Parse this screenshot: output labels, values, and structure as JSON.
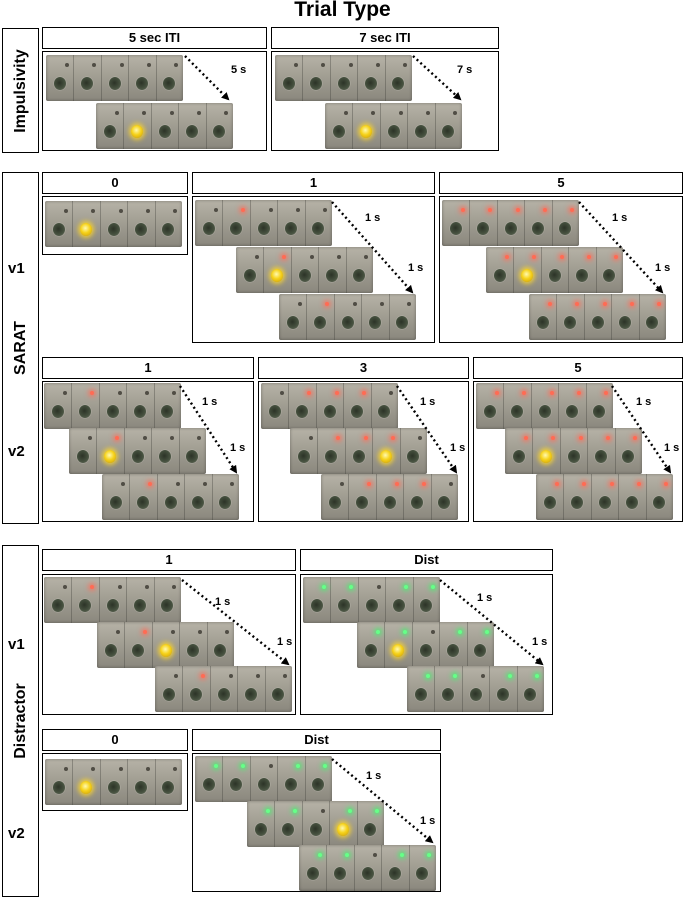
{
  "title": "Trial Type",
  "sections": {
    "impulsivity": "Impulsivity",
    "sarat": "SARAT",
    "distractor": "Distractor"
  },
  "row_labels": {
    "sarat_v1": "v1",
    "sarat_v2": "v2",
    "distractor_v1": "v1",
    "distractor_v2": "v2"
  },
  "panel_headers": {
    "imp_5": "5 sec ITI",
    "imp_7": "7 sec ITI",
    "sv1_0": "0",
    "sv1_1": "1",
    "sv1_5": "5",
    "sv2_1": "1",
    "sv2_3": "3",
    "sv2_5": "5",
    "dv1_1": "1",
    "dv1_dist": "Dist",
    "dv2_0": "0",
    "dv2_dist": "Dist"
  },
  "delays": {
    "imp_5": "5 s",
    "imp_7": "7 s",
    "one_second": "1 s"
  },
  "colors": {
    "red_light": "#ff6b54",
    "green_light": "#66ff88",
    "yellow_light": "#f6d21a"
  }
}
